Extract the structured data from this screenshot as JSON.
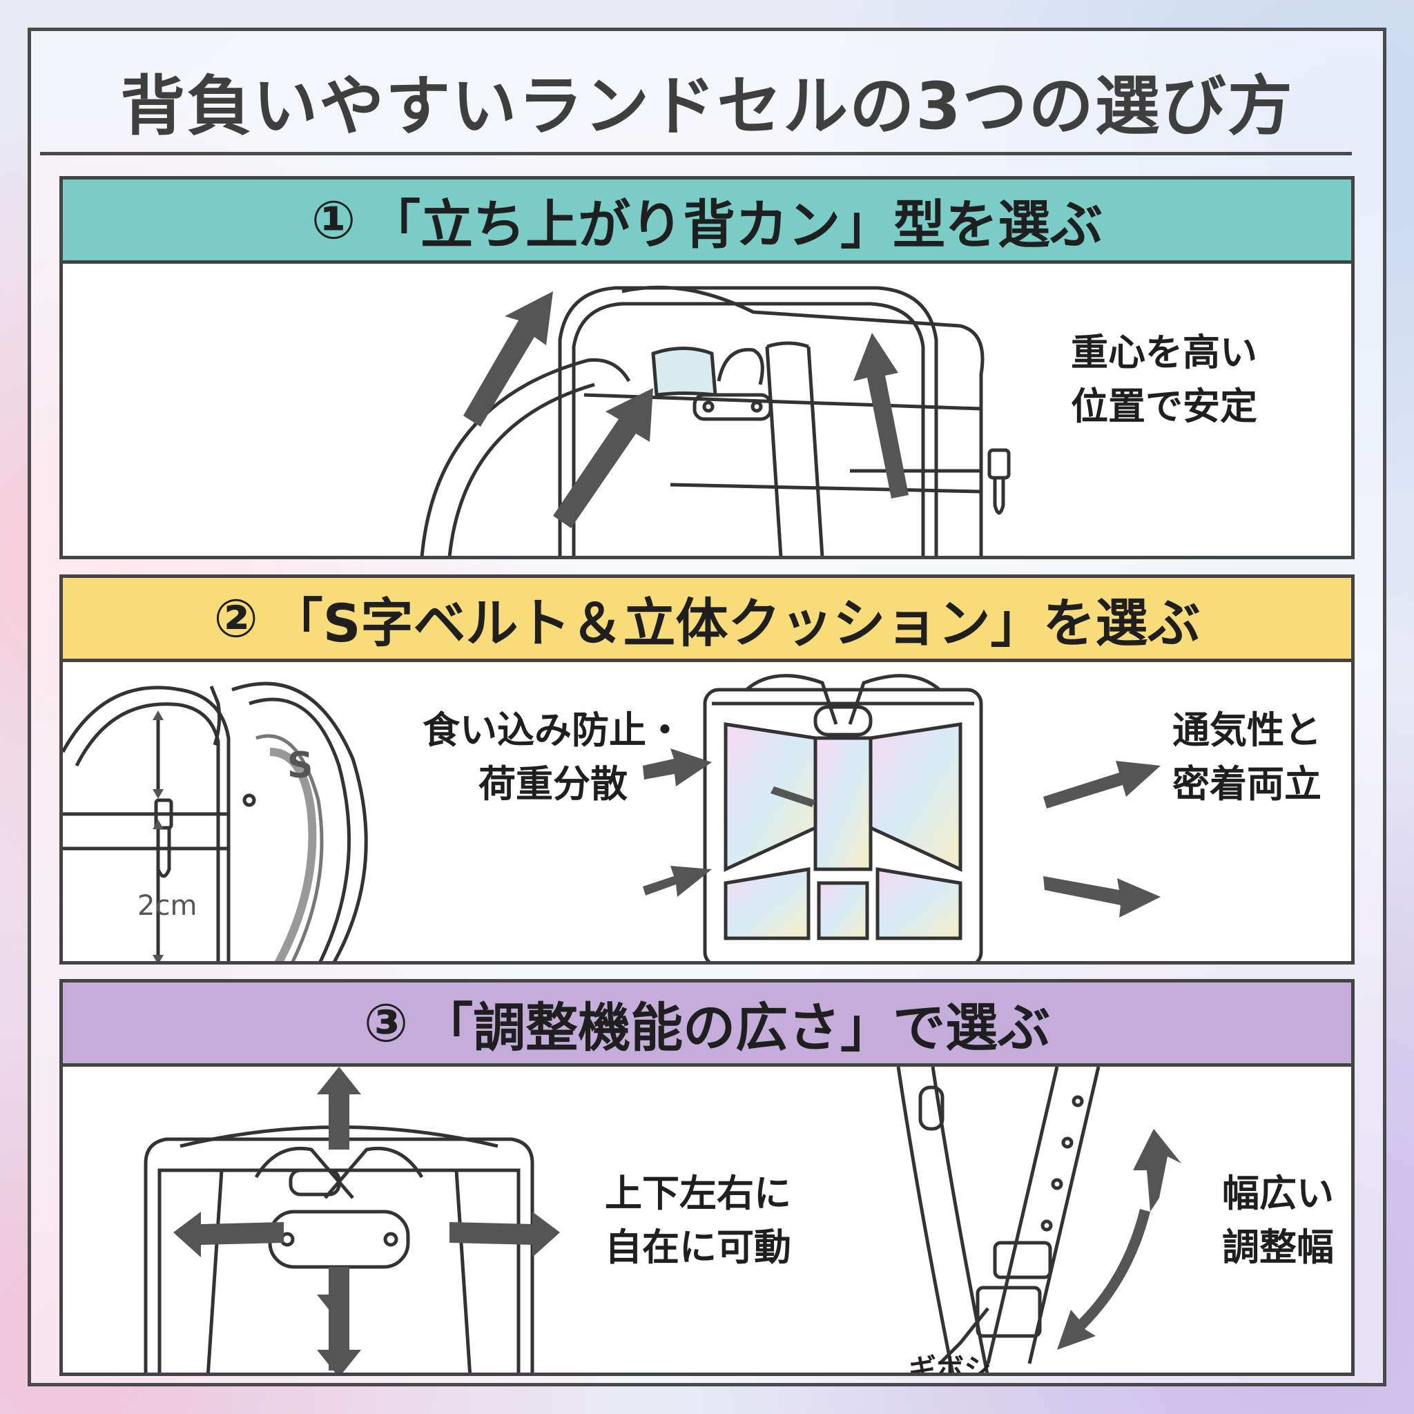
{
  "title": "背負いやすいランドセルの3つの選び方",
  "sections": [
    {
      "number": "①",
      "heading": "「立ち上がり背カン」型を選ぶ",
      "captions": [
        {
          "line1": "重心を高い",
          "line2": "位置で安定"
        }
      ]
    },
    {
      "number": "②",
      "heading": "「S字ベルト＆立体クッション」を選ぶ",
      "captions": [
        {
          "line1": "食い込み防止・",
          "line2": "荷重分散"
        },
        {
          "line1": "通気性と",
          "line2": "密着両立"
        }
      ],
      "labels": {
        "s_mark": "S",
        "measure": "2cm"
      }
    },
    {
      "number": "③",
      "heading": "「調整機能の広さ」で選ぶ",
      "captions": [
        {
          "line1": "上下左右に",
          "line2": "自在に可動"
        },
        {
          "line1": "幅広い",
          "line2": "調整幅"
        }
      ],
      "labels": {
        "gibosi": "ギボシ"
      }
    }
  ],
  "colors": {
    "section1_header": "#79cdc6",
    "section2_header": "#f8dc79",
    "section3_header": "#c4addb",
    "outline": "#444444",
    "arrow": "#555555"
  },
  "icons": [
    "randoseru-back-illustration",
    "arrow-icon",
    "s-belt-illustration",
    "cushion-back-illustration",
    "adjust-strap-illustration"
  ]
}
